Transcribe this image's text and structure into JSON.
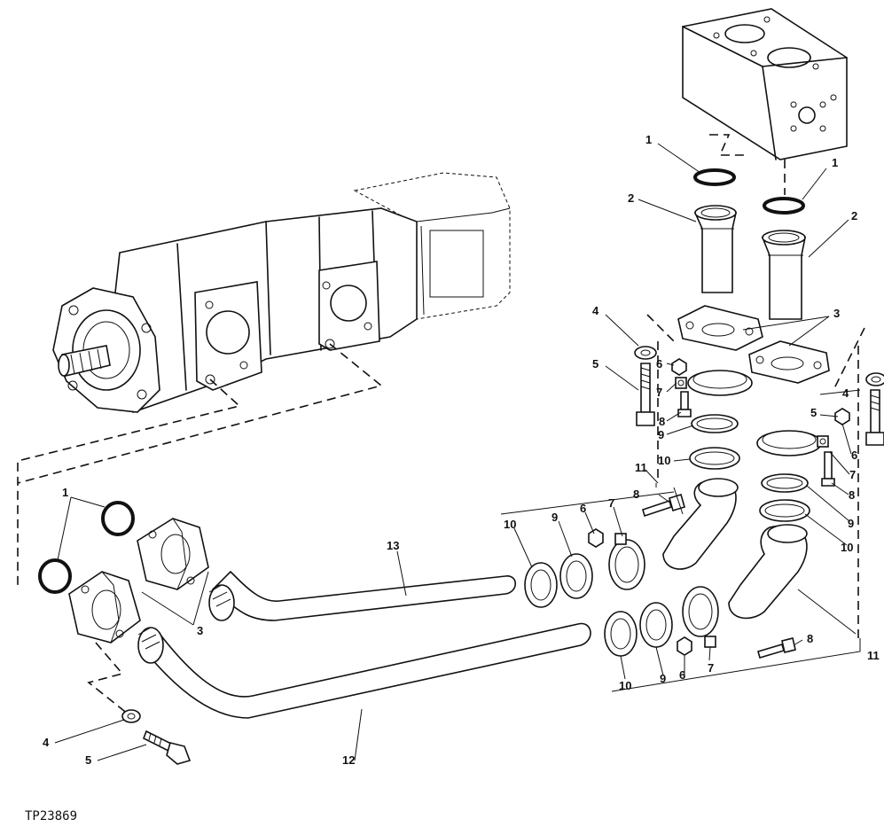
{
  "figure": {
    "reference_code": "TP23869",
    "callouts": {
      "c1a": "1",
      "c1b": "1",
      "c1c": "1",
      "c2a": "2",
      "c2b": "2",
      "c3a": "3",
      "c3b": "3",
      "c4a": "4",
      "c4b": "4",
      "c4c": "4",
      "c5a": "5",
      "c5b": "5",
      "c5c": "5",
      "c6a": "6",
      "c6b": "6",
      "c6c": "6",
      "c6d": "6",
      "c7a": "7",
      "c7b": "7",
      "c7c": "7",
      "c7d": "7",
      "c8a": "8",
      "c8b": "8",
      "c8c": "8",
      "c8d": "8",
      "c9a": "9",
      "c9b": "9",
      "c9c": "9",
      "c9d": "9",
      "c10a": "10",
      "c10b": "10",
      "c10c": "10",
      "c10d": "10",
      "c11a": "11",
      "c11b": "11",
      "c12": "12",
      "c13": "13"
    }
  }
}
